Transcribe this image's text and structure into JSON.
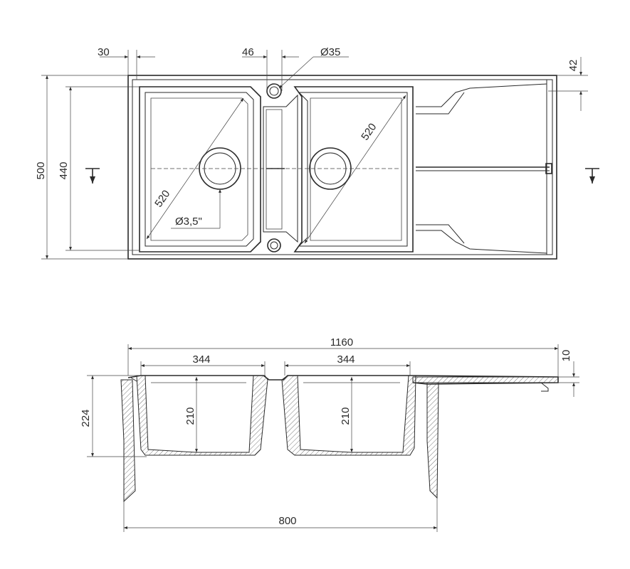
{
  "top_view": {
    "dims": {
      "offset_left": "30",
      "offset_center": "46",
      "tap_hole": "Ø35",
      "depth_top": "42",
      "total_depth": "500",
      "bowl_depth": "440",
      "diag_left": "520",
      "diag_right": "520",
      "drain": "Ø3,5\""
    }
  },
  "side_view": {
    "dims": {
      "total_width": "1160",
      "bowl_left_width": "344",
      "bowl_right_width": "344",
      "lip": "10",
      "height_total": "224",
      "bowl_left_height": "210",
      "bowl_right_height": "210",
      "cabinet_width": "800"
    }
  }
}
